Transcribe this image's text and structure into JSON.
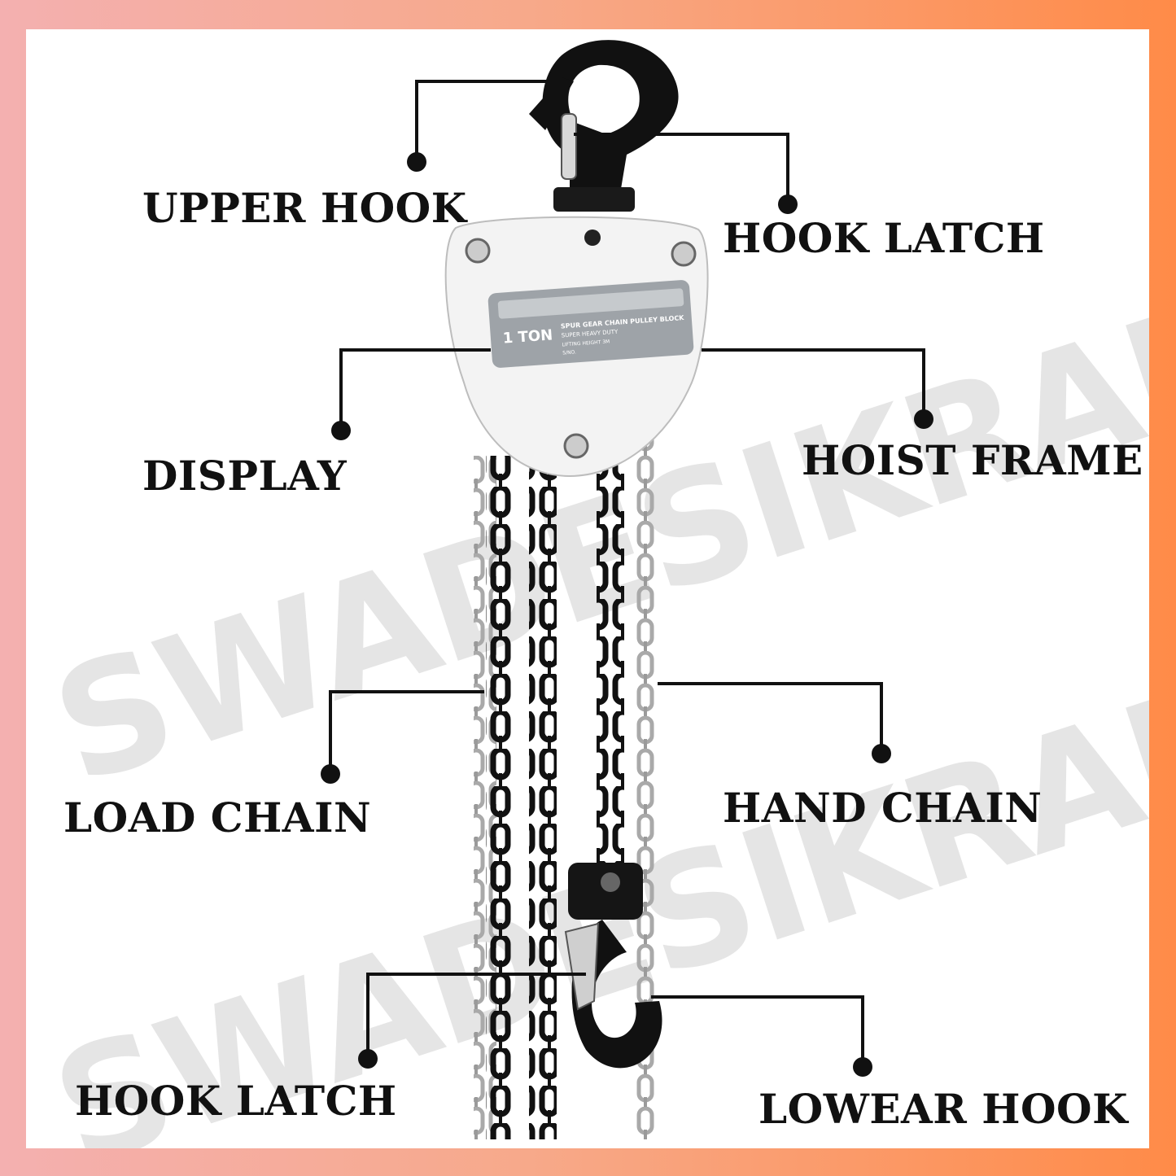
{
  "labels": {
    "upper_hook": "UPPER HOOK",
    "hook_latch_top": "HOOK LATCH",
    "display": "DISPLAY",
    "hoist_frame": "HOIST FRAME",
    "load_chain": "LOAD CHAIN",
    "hand_chain": "HAND CHAIN",
    "hook_latch_bottom": "HOOK LATCH",
    "lower_hook": "LOWEAR HOOK"
  },
  "watermark": "SWADESIKRAFTS",
  "plate": {
    "ton": "1 TON",
    "line1": "SPUR GEAR CHAIN PULLEY BLOCK",
    "line2": "SUPER HEAVY DUTY",
    "line3": "LIFTING HEIGHT   3M",
    "line4": "S/NO."
  },
  "colors": {
    "frame_left": "#f4b0b0",
    "frame_right": "#ff8b48",
    "hoist_body": "#f2f2f2",
    "chain_black": "#111111",
    "chain_steel": "#bdbdbd"
  }
}
